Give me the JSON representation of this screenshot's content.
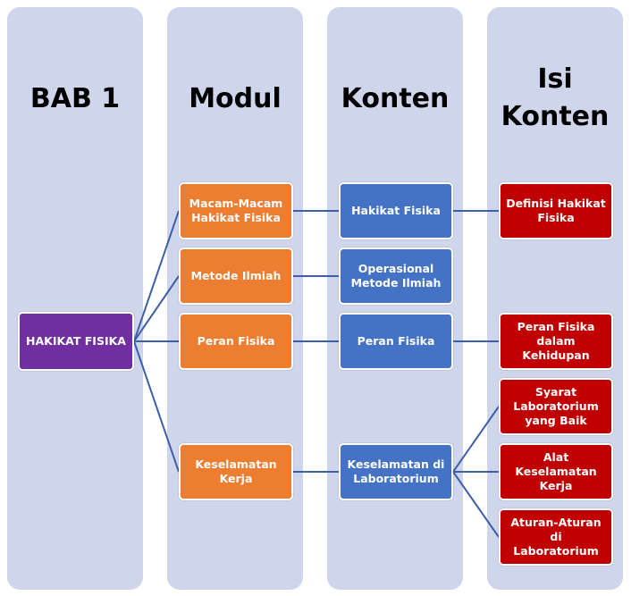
{
  "columns": {
    "bab": "BAB 1",
    "modul": "Modul",
    "konten": "Konten",
    "isi_line1": "Isi",
    "isi_line2": "Konten"
  },
  "root": "HAKIKAT FISIKA",
  "modul": [
    "Macam-Macam Hakikat Fisika",
    "Metode Ilmiah",
    "Peran Fisika",
    "Keselamatan Kerja"
  ],
  "konten": [
    "Hakikat Fisika",
    "Operasional Metode Ilmiah",
    "Peran Fisika",
    "Keselamatan di Laboratorium"
  ],
  "isi": [
    "Definisi Hakikat Fisika",
    "Peran Fisika dalam Kehidupan",
    "Syarat Laboratorium yang Baik",
    "Alat Keselamatan Kerja",
    "Aturan-Aturan di Laboratorium"
  ],
  "colors": {
    "column_bg": "#cfd5ea",
    "root": "#7030a0",
    "modul": "#ed7d31",
    "konten": "#4472c4",
    "isi": "#c00000",
    "connector": "#3d5fa8"
  }
}
